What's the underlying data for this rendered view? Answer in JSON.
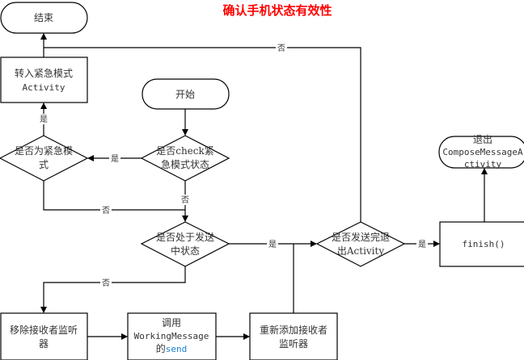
{
  "title": "确认手机状态有效性",
  "title_color": "#ff0000",
  "link_color": "#1a7fd0",
  "nodes": {
    "end": "结束",
    "start": "开始",
    "to_emergency_line1": "转入紧急模式",
    "to_emergency_line2": "Activity",
    "is_emergency_line1": "是否为紧急模",
    "is_emergency_line2": "式",
    "check_line1": "是否check紧",
    "check_line2": "急模式状态",
    "sending_line1": "是否处于发送",
    "sending_line2": "中状态",
    "sent_exit_line1": "是否发送完退",
    "sent_exit_line2": "出Activity",
    "finish": "finish()",
    "exit_line1": "退出",
    "exit_line2": "ComposeMessageA",
    "exit_line3": "ctivity",
    "remove_line1": "移除接收者监听",
    "remove_line2": "器",
    "call_line1": "调用",
    "call_line2": "WorkingMessage",
    "call_line3a": "的",
    "call_line3b": "send",
    "readd_line1": "重新添加接收者",
    "readd_line2": "监听器"
  },
  "edge_labels": {
    "yes": "是",
    "no": "否"
  }
}
